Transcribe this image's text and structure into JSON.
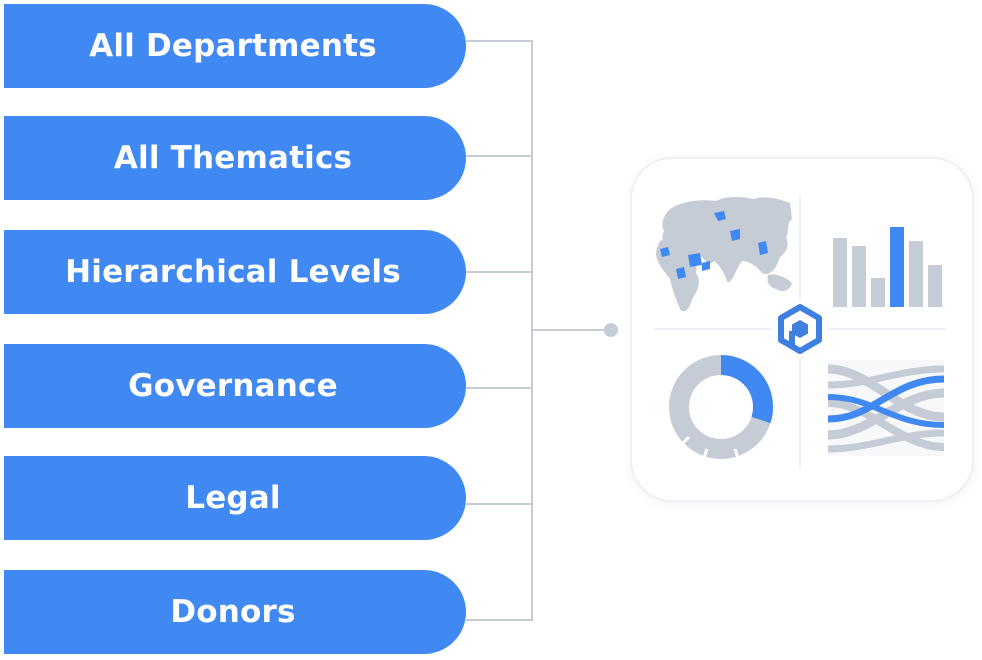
{
  "categories": [
    {
      "id": "all-departments",
      "label": "All Departments"
    },
    {
      "id": "all-thematics",
      "label": "All Thematics"
    },
    {
      "id": "hierarchical-levels",
      "label": "Hierarchical Levels"
    },
    {
      "id": "governance",
      "label": "Governance"
    },
    {
      "id": "legal",
      "label": "Legal"
    },
    {
      "id": "donors",
      "label": "Donors"
    }
  ],
  "icons": {
    "map": "world-map-icon",
    "bars": "bar-chart-icon",
    "donut": "donut-chart-icon",
    "sankey": "sankey-chart-icon",
    "logo": "hexagon-logo-icon"
  },
  "colors": {
    "accent": "#4189f2",
    "connector": "#c4ccd6",
    "muted": "#c5ccd6",
    "logo": "#3f7fe0"
  }
}
